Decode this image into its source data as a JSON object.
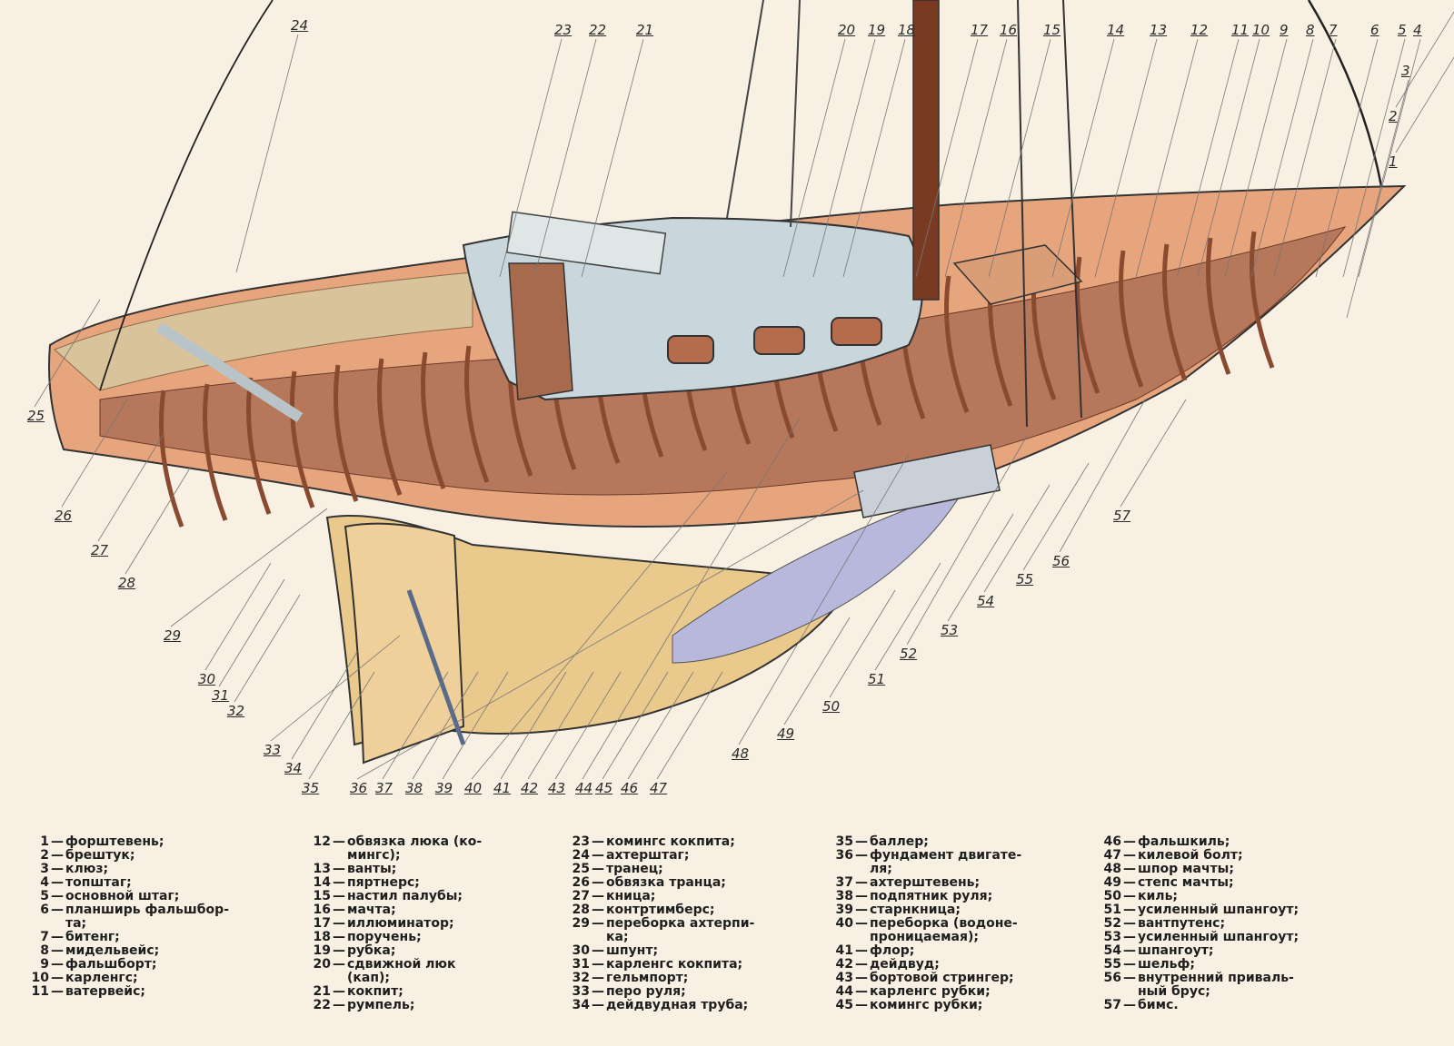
{
  "callouts": [
    "1",
    "2",
    "3",
    "4",
    "5",
    "6",
    "7",
    "8",
    "9",
    "10",
    "11",
    "12",
    "13",
    "14",
    "15",
    "16",
    "17",
    "18",
    "19",
    "20",
    "21",
    "22",
    "23",
    "24",
    "25",
    "26",
    "27",
    "28",
    "29",
    "30",
    "31",
    "32",
    "33",
    "34",
    "35",
    "36",
    "37",
    "38",
    "39",
    "40",
    "41",
    "42",
    "43",
    "44",
    "45",
    "46",
    "47",
    "48",
    "49",
    "50",
    "51",
    "52",
    "53",
    "54",
    "55",
    "56",
    "57"
  ],
  "legend": {
    "col1": [
      {
        "n": "1",
        "t": "форштевень;"
      },
      {
        "n": "2",
        "t": "брештук;"
      },
      {
        "n": "3",
        "t": "клюз;"
      },
      {
        "n": "4",
        "t": "топштаг;"
      },
      {
        "n": "5",
        "t": "основной штаг;"
      },
      {
        "n": "6",
        "t": "планширь фальшбор-\nта;"
      },
      {
        "n": "7",
        "t": "битенг;"
      },
      {
        "n": "8",
        "t": "мидельвейс;"
      },
      {
        "n": "9",
        "t": "фальшборт;"
      },
      {
        "n": "10",
        "t": "карленгс;"
      },
      {
        "n": "11",
        "t": "ватервейс;"
      }
    ],
    "col2": [
      {
        "n": "12",
        "t": "обвязка люка (ко-\nмингс);"
      },
      {
        "n": "13",
        "t": "ванты;"
      },
      {
        "n": "14",
        "t": "пяртнерс;"
      },
      {
        "n": "15",
        "t": "настил палубы;"
      },
      {
        "n": "16",
        "t": "мачта;"
      },
      {
        "n": "17",
        "t": "иллюминатор;"
      },
      {
        "n": "18",
        "t": "поручень;"
      },
      {
        "n": "19",
        "t": "рубка;"
      },
      {
        "n": "20",
        "t": "сдвижной люк\n(кап);"
      },
      {
        "n": "21",
        "t": "кокпит;"
      },
      {
        "n": "22",
        "t": "румпель;"
      }
    ],
    "col3": [
      {
        "n": "23",
        "t": "комингс кокпита;"
      },
      {
        "n": "24",
        "t": "ахтерштаг;"
      },
      {
        "n": "25",
        "t": "транец;"
      },
      {
        "n": "26",
        "t": "обвязка транца;"
      },
      {
        "n": "27",
        "t": "кница;"
      },
      {
        "n": "28",
        "t": "контртимберс;"
      },
      {
        "n": "29",
        "t": "переборка ахтерпи-\nка;"
      },
      {
        "n": "30",
        "t": "шпунт;"
      },
      {
        "n": "31",
        "t": "карленгс кокпита;"
      },
      {
        "n": "32",
        "t": "гельмпорт;"
      },
      {
        "n": "33",
        "t": "перо руля;"
      },
      {
        "n": "34",
        "t": "дейдвудная труба;"
      }
    ],
    "col4": [
      {
        "n": "35",
        "t": "баллер;"
      },
      {
        "n": "36",
        "t": "фундамент двигате-\nля;"
      },
      {
        "n": "37",
        "t": "ахтерштевень;"
      },
      {
        "n": "38",
        "t": "подпятник руля;"
      },
      {
        "n": "39",
        "t": "старнкница;"
      },
      {
        "n": "40",
        "t": "переборка (водоне-\nпроницаемая);"
      },
      {
        "n": "41",
        "t": "флор;"
      },
      {
        "n": "42",
        "t": "дейдвуд;"
      },
      {
        "n": "43",
        "t": "бортовой стрингер;"
      },
      {
        "n": "44",
        "t": "карленгс рубки;"
      },
      {
        "n": "45",
        "t": "комингс рубки;"
      }
    ],
    "col5": [
      {
        "n": "46",
        "t": "фальшкиль;"
      },
      {
        "n": "47",
        "t": "килевой болт;"
      },
      {
        "n": "48",
        "t": "шпор мачты;"
      },
      {
        "n": "49",
        "t": "степс мачты;"
      },
      {
        "n": "50",
        "t": "киль;"
      },
      {
        "n": "51",
        "t": "усиленный шпангоут;"
      },
      {
        "n": "52",
        "t": "вантпутенс;"
      },
      {
        "n": "53",
        "t": "усиленный шпангоут;"
      },
      {
        "n": "54",
        "t": "шпангоут;"
      },
      {
        "n": "55",
        "t": "шельф;"
      },
      {
        "n": "56",
        "t": "внутренний приваль-\nный брус;"
      },
      {
        "n": "57",
        "t": "бимс."
      }
    ]
  }
}
